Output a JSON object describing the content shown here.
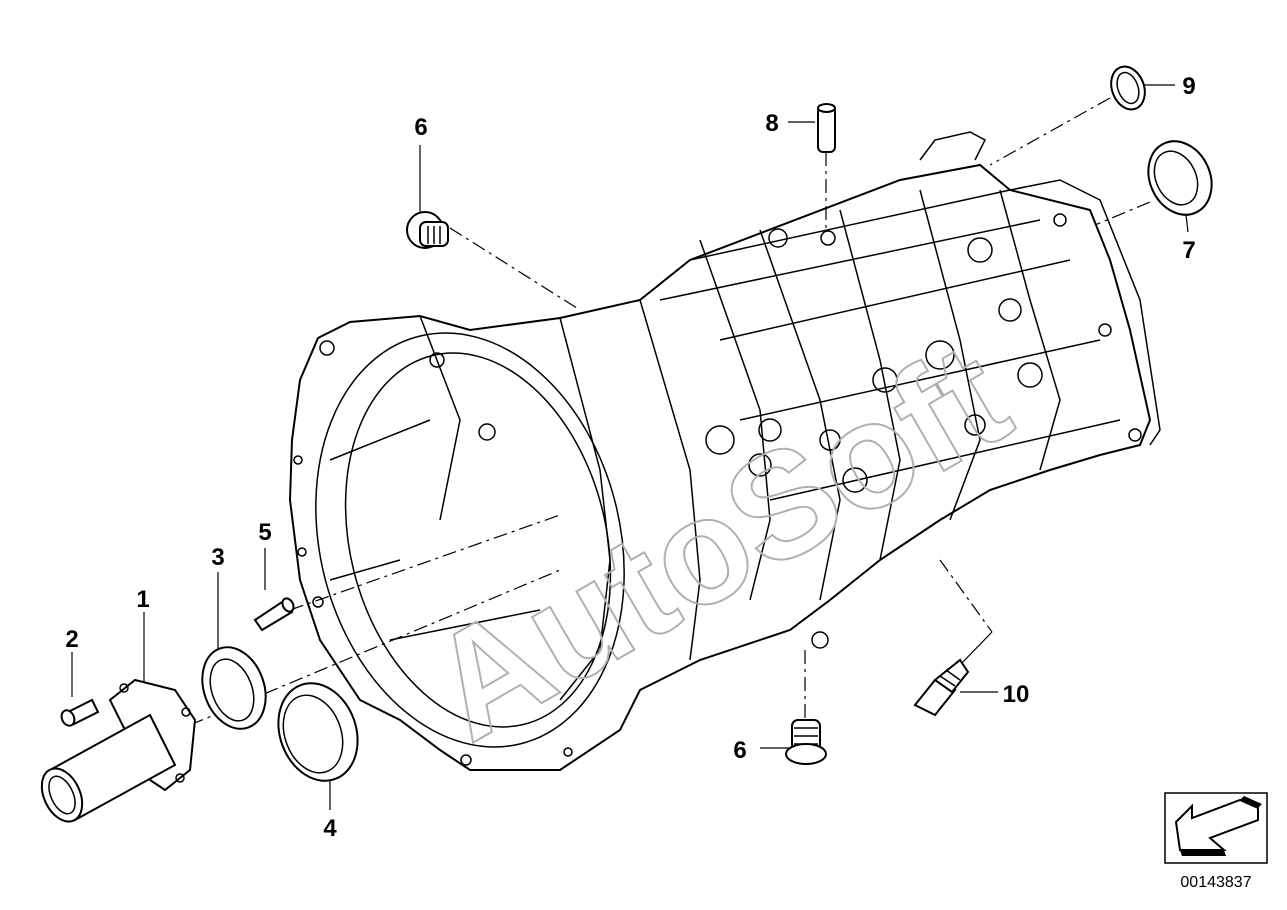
{
  "watermark": "AutoSoft",
  "document_number": "00143837",
  "callouts": [
    {
      "id": "1",
      "part": "guide-sleeve"
    },
    {
      "id": "2",
      "part": "bolt"
    },
    {
      "id": "3",
      "part": "shaft-seal"
    },
    {
      "id": "4",
      "part": "bearing-ring"
    },
    {
      "id": "5",
      "part": "dowel-pin"
    },
    {
      "id": "6",
      "part": "screw-plug-top"
    },
    {
      "id": "6",
      "part": "screw-plug-bottom"
    },
    {
      "id": "7",
      "part": "shaft-seal-rear"
    },
    {
      "id": "8",
      "part": "dowel-pin-top"
    },
    {
      "id": "9",
      "part": "sealing-cap"
    },
    {
      "id": "10",
      "part": "reverse-light-switch"
    }
  ],
  "orientation_icon": "arrow-direction-icon"
}
